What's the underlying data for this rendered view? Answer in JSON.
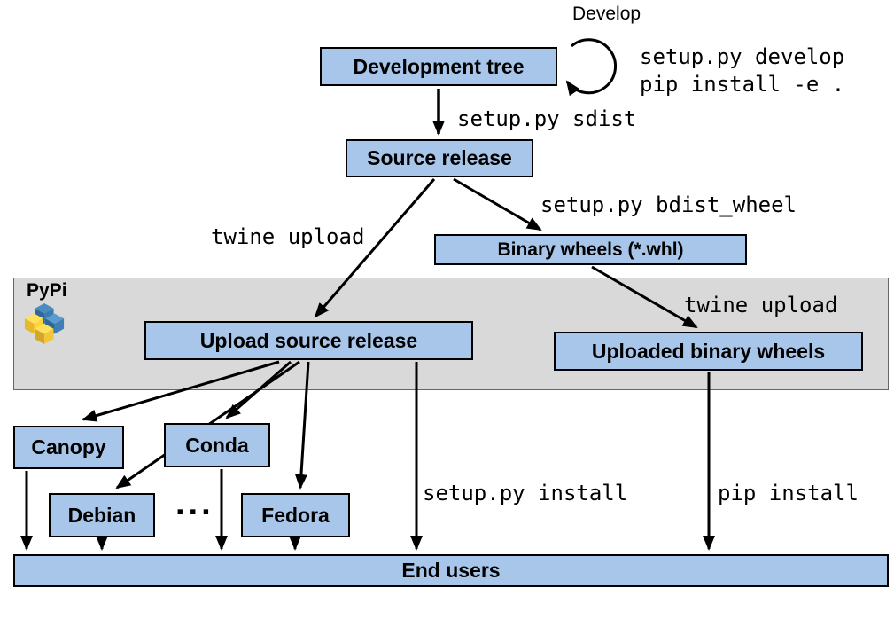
{
  "diagram": {
    "pypi_region_label": "PyPi",
    "nodes": {
      "development_tree": "Development tree",
      "source_release": "Source release",
      "binary_wheels": "Binary wheels (*.whl)",
      "upload_source_release": "Upload source release",
      "uploaded_binary_wheels": "Uploaded binary wheels",
      "canopy": "Canopy",
      "conda": "Conda",
      "debian": "Debian",
      "fedora": "Fedora",
      "end_users": "End users"
    },
    "edge_labels": {
      "develop": "Develop",
      "develop_cmd_1": "setup.py develop",
      "develop_cmd_2": "pip install -e .",
      "sdist": "setup.py sdist",
      "twine_upload_source": "twine upload",
      "bdist_wheel": "setup.py bdist_wheel",
      "twine_upload_wheels": "twine upload",
      "setup_install": "setup.py install",
      "pip_install": "pip install"
    },
    "ellipsis": "...",
    "colors": {
      "node_fill": "#a8c6ea",
      "node_border": "#000000",
      "pypi_band_fill": "#d9d9d9",
      "arrow_color": "#000000",
      "pypi_logo_blue": "#306998",
      "pypi_logo_light_blue": "#4b8bbe",
      "pypi_logo_yellow": "#ffd43b",
      "pypi_logo_gold": "#e6b82e"
    }
  }
}
